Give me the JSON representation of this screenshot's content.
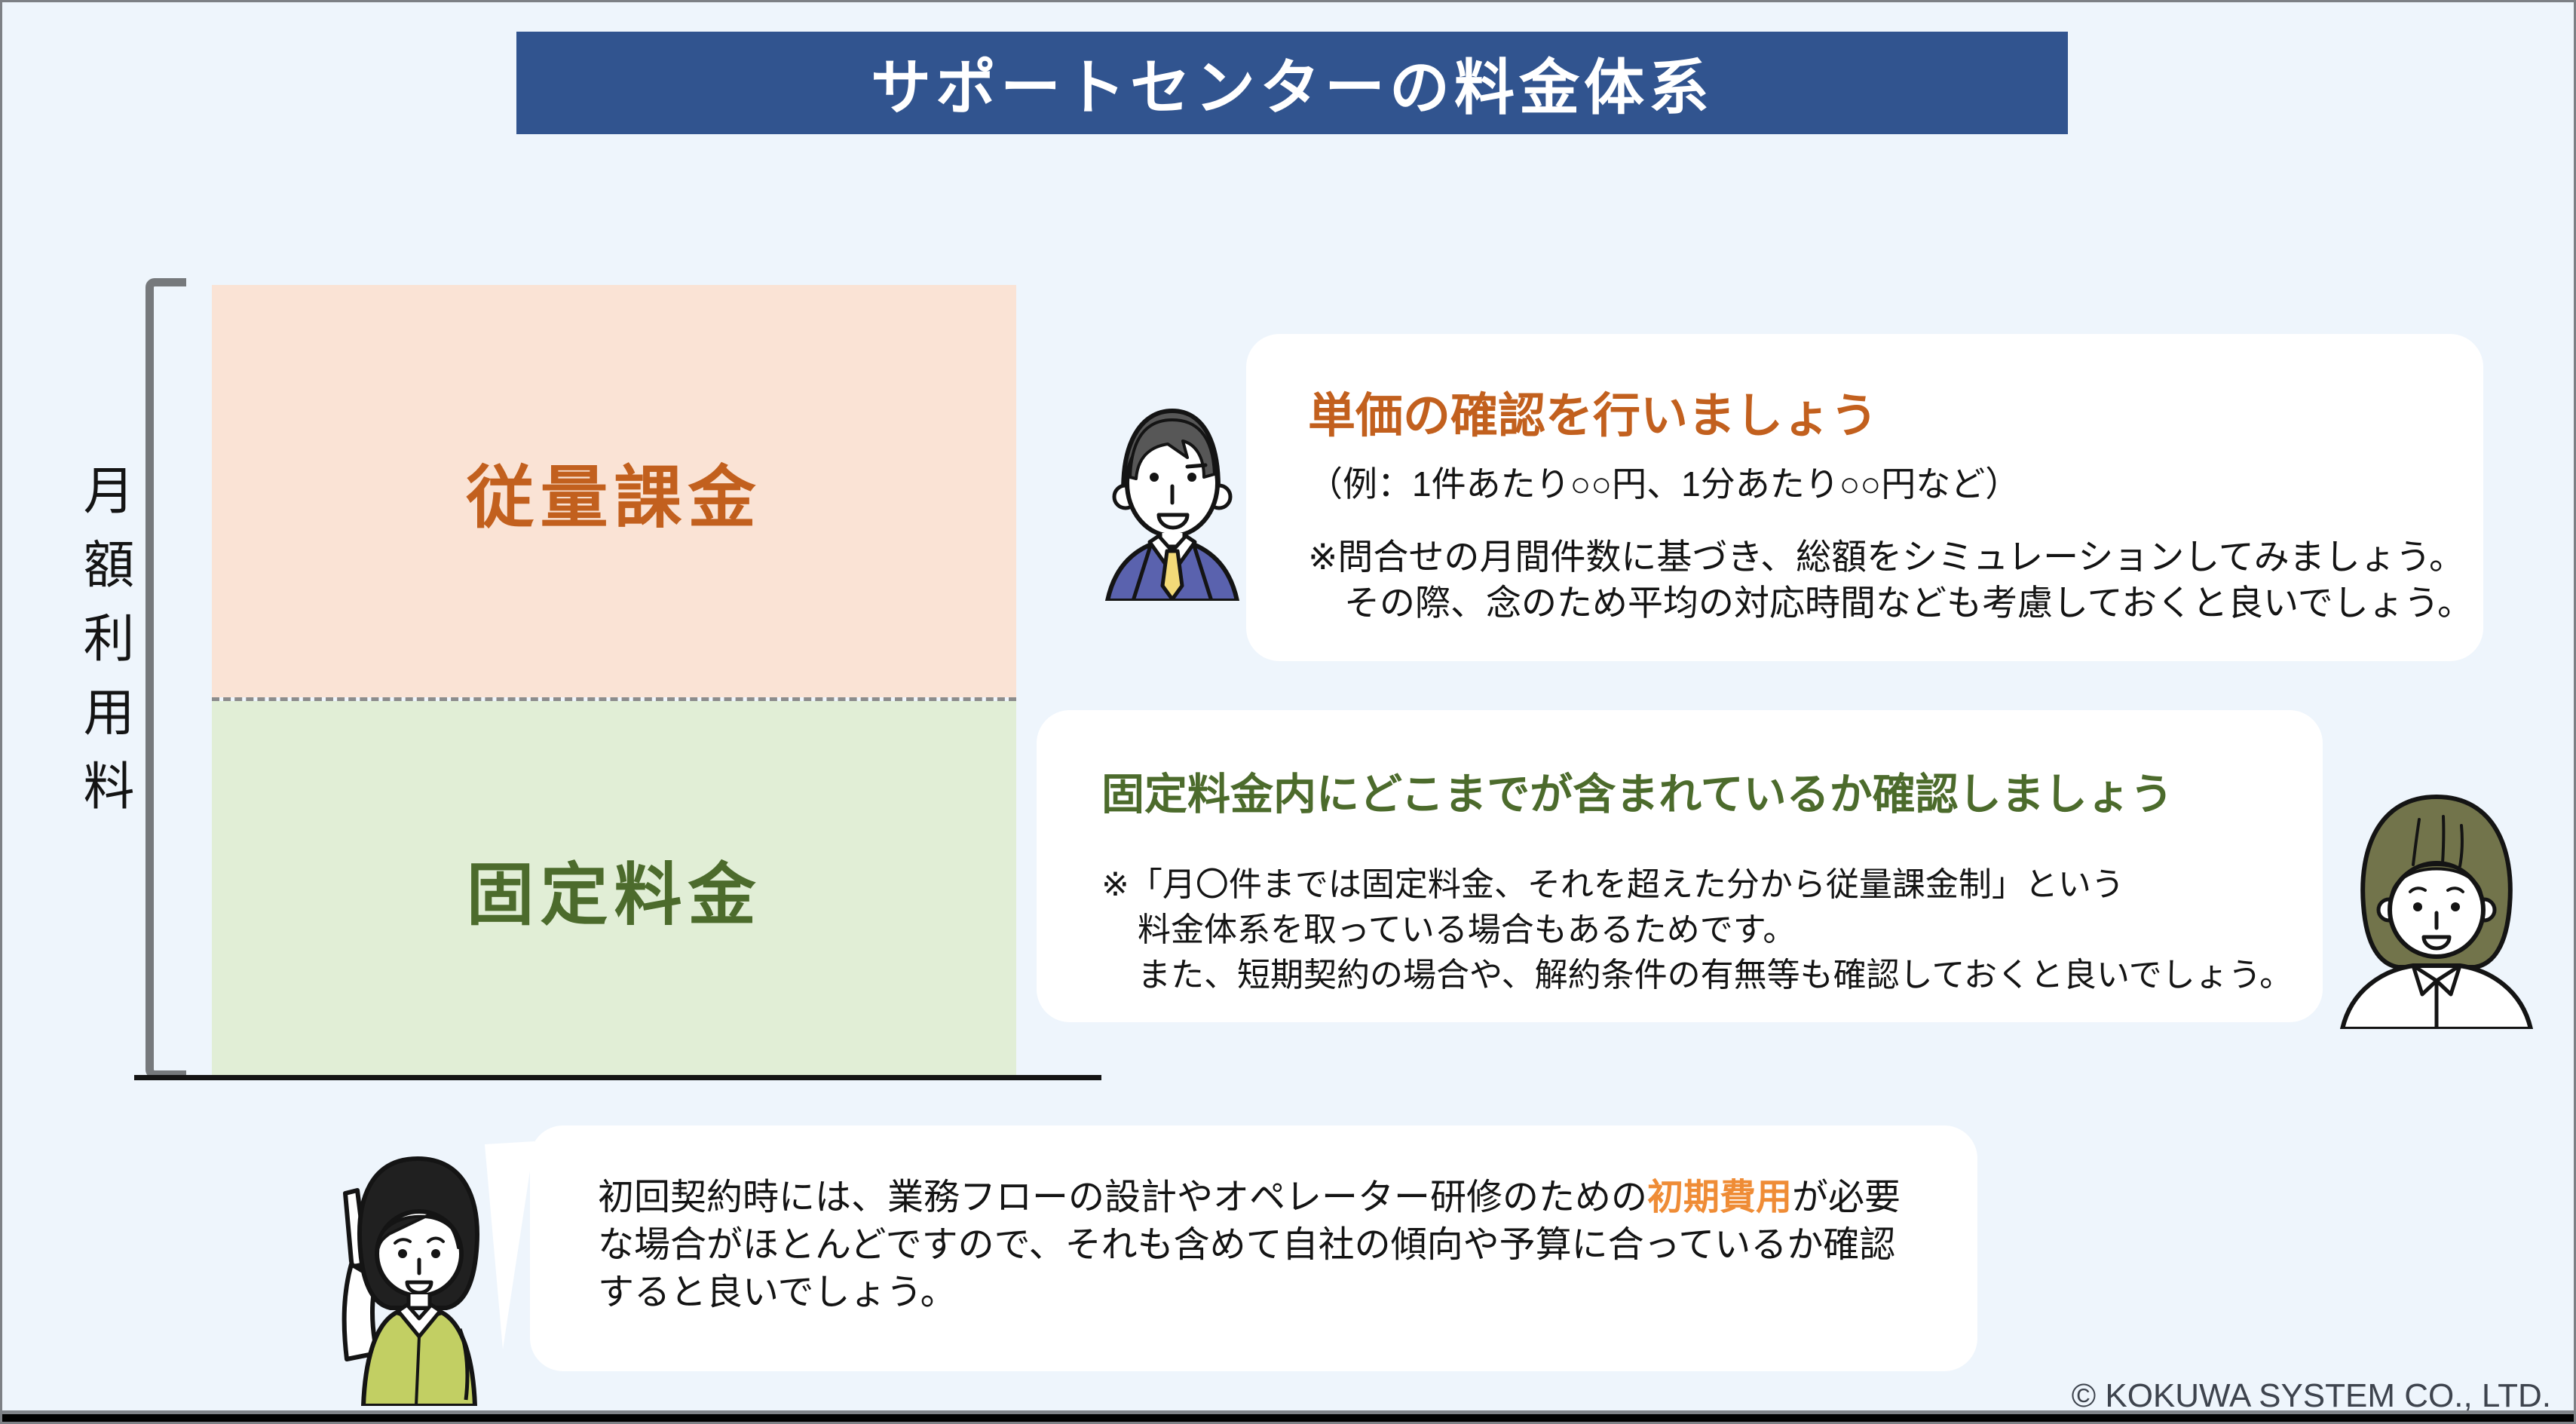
{
  "page": {
    "background": "#eef5fc",
    "frame_color": "#7d8085",
    "bottom_bar_color": "#000000",
    "copyright": "© KOKUWA SYSTEM CO., LTD."
  },
  "title": {
    "text": "サポートセンターの料金体系",
    "bg": "#31548f",
    "color": "#ffffff"
  },
  "chart": {
    "axis_label": "月額利用料",
    "top_segment": {
      "label": "従量課金",
      "fill": "#fae3d5",
      "text_color": "#c2601e"
    },
    "bottom_segment": {
      "label": "固定料金",
      "fill": "#e1eed6",
      "text_color": "#4c6b2c"
    },
    "divider_style": "dashed"
  },
  "chart_data": {
    "type": "bar",
    "stacked": true,
    "title": "サポートセンターの料金体系",
    "ylabel": "月額利用料",
    "categories": [
      "月額利用料"
    ],
    "series": [
      {
        "name": "固定料金",
        "values": [
          48
        ],
        "color": "#e1eed6"
      },
      {
        "name": "従量課金",
        "values": [
          52
        ],
        "color": "#fae3d5"
      }
    ],
    "units": "approximate percent of bar height (no numeric labels shown)"
  },
  "callout1": {
    "heading": "単価の確認を行いましょう",
    "subheading": "（例：1件あたり○○円、1分あたり○○円など）",
    "lines": [
      "※問合せの月間件数に基づき、総額をシミュレーションしてみましょう。",
      "その際、念のため平均の対応時間なども考慮しておくと良いでしょう。"
    ]
  },
  "callout2": {
    "heading": "固定料金内にどこまでが含まれているか確認しましょう",
    "lines": [
      "※「月〇件までは固定料金、それを超えた分から従量課金制」という",
      "料金体系を取っている場合もあるためです。",
      "また、短期契約の場合や、解約条件の有無等も確認しておくと良いでしょう。"
    ]
  },
  "bubble": {
    "line1_pre": "初回契約時には、業務フローの設計やオペレーター研修のための",
    "line1_highlight": "初期費用",
    "line1_post": "が必要",
    "line2": "な場合がほとんどですので、それも含めて自社の傾向や予算に合っているか確認",
    "line3": "すると良いでしょう。",
    "highlight_color": "#ef8c36"
  },
  "figures": {
    "man": "businessman in blue suit with yellow tie",
    "woman_right": "office woman with olive bob hair",
    "woman_bottom": "woman in yellow-green blouse pointing up"
  }
}
